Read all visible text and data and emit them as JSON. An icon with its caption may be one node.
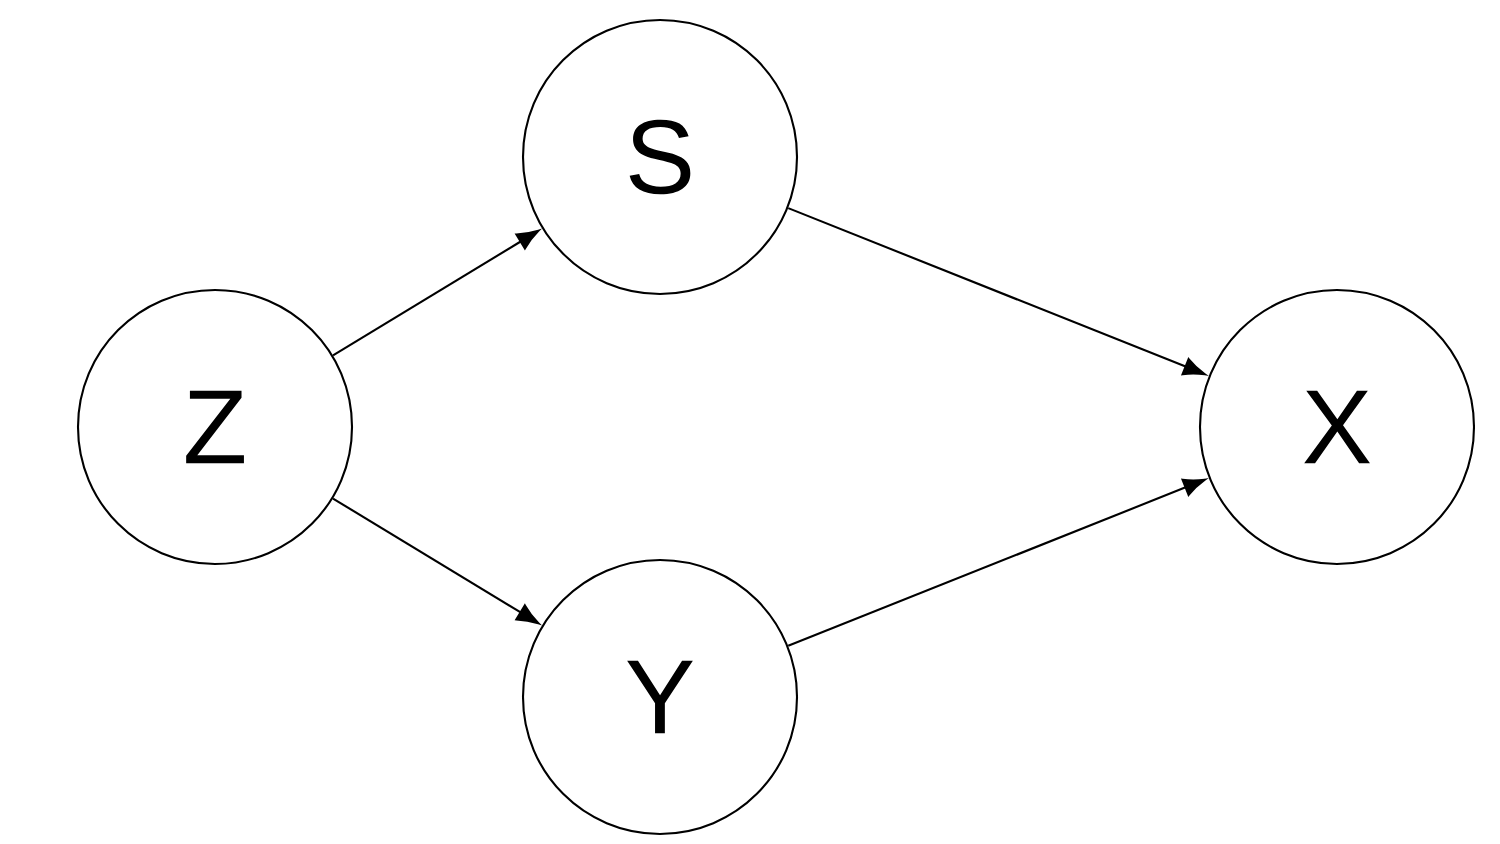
{
  "diagram": {
    "nodes": [
      {
        "text": [
          "Z"
        ]
      },
      {
        "text": [
          "S"
        ]
      },
      {
        "text": [
          "Y"
        ]
      },
      {
        "text": [
          "X"
        ]
      }
    ],
    "edges": [
      {
        "from": 0,
        "to": 1,
        "arrow": "to"
      },
      {
        "from": 0,
        "to": 2,
        "arrow": "to"
      },
      {
        "from": 1,
        "to": 3,
        "arrow": "to"
      },
      {
        "from": 2,
        "to": 3,
        "arrow": "to"
      }
    ]
  }
}
